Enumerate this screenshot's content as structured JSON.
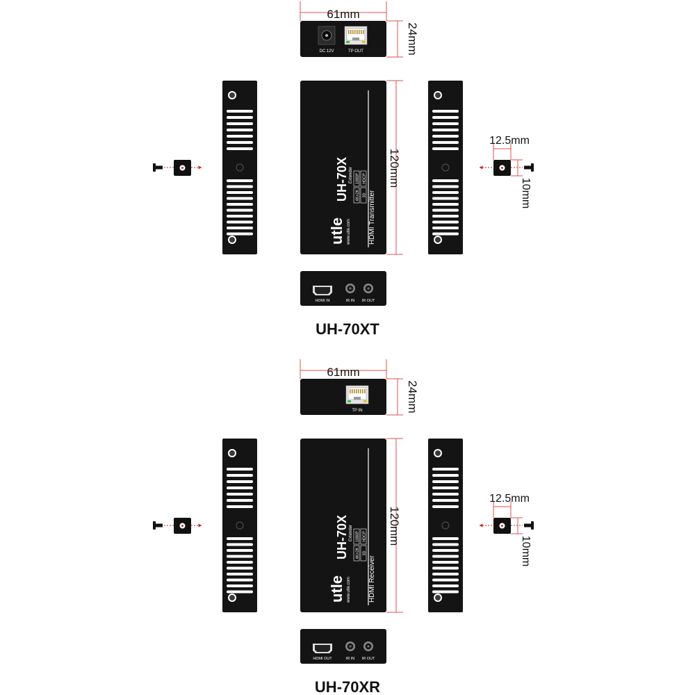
{
  "colors": {
    "device": "#141414",
    "device_edge": "#2a2a2a",
    "dimension_line": "#d9534f",
    "arrow": "#c62828",
    "text": "#111111",
    "vent_slot": "#ffffff"
  },
  "transmitter": {
    "model_title": "UH-70XT",
    "top_view": {
      "width_dim": "61mm",
      "height_dim": "24mm",
      "ports": [
        "DC 12V",
        "TP OUT"
      ]
    },
    "front_view": {
      "length_dim": "120mm",
      "brand": "utle",
      "website": "www.utle.com",
      "model": "UH-70X",
      "subtitle": "Extender",
      "product_name": "HDMI Transmitter",
      "badges": [
        "4K×2K",
        "1080P",
        "3D",
        "HDCP"
      ]
    },
    "bracket_dims": {
      "width": "12.5mm",
      "height": "10mm"
    },
    "bottom_view": {
      "ports": [
        "HDMI IN",
        "IR IN",
        "IR OUT"
      ]
    }
  },
  "receiver": {
    "model_title": "UH-70XR",
    "top_view": {
      "width_dim": "61mm",
      "height_dim": "24mm",
      "ports": [
        "TP IN"
      ]
    },
    "front_view": {
      "length_dim": "120mm",
      "brand": "utle",
      "website": "www.utle.com",
      "model": "UH-70X",
      "subtitle": "Extender",
      "product_name": "HDMI Receiver",
      "badges": [
        "4K×2K",
        "1080P",
        "3D",
        "HDCP"
      ]
    },
    "bracket_dims": {
      "width": "12.5mm",
      "height": "10mm"
    },
    "bottom_view": {
      "ports": [
        "HDMI OUT",
        "IR IN",
        "IR OUT"
      ]
    }
  }
}
